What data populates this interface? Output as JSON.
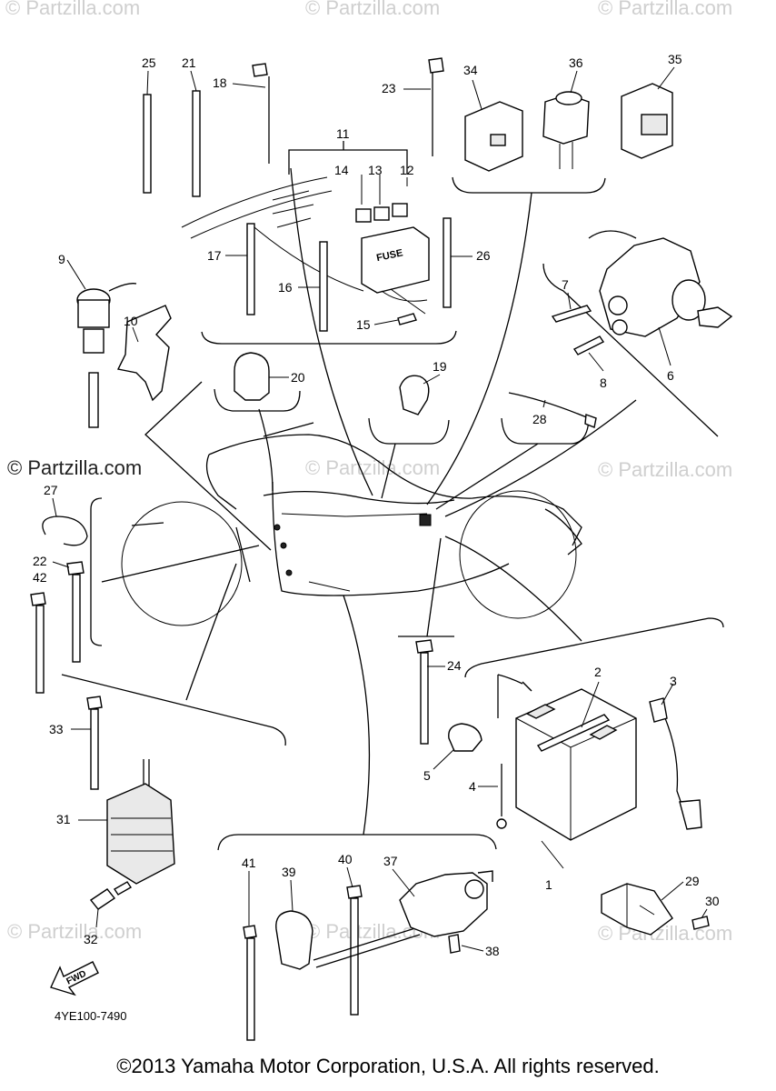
{
  "watermarks": {
    "top_left": "© Partzilla.com",
    "top_center": "© Partzilla.com",
    "top_right": "© Partzilla.com",
    "mid_left": "© Partzilla.com",
    "mid_center": "© Partzilla.com",
    "mid_right": "© Partzilla.com",
    "low_left": "© Partzilla.com",
    "low_center": "© Partzilla.com",
    "low_right": "© Partzilla.com"
  },
  "callouts": [
    "1",
    "2",
    "3",
    "4",
    "5",
    "6",
    "7",
    "8",
    "9",
    "10",
    "11",
    "12",
    "13",
    "14",
    "15",
    "16",
    "17",
    "18",
    "19",
    "20",
    "21",
    "22",
    "23",
    "24",
    "25",
    "26",
    "27",
    "28",
    "29",
    "30",
    "31",
    "32",
    "33",
    "34",
    "35",
    "36",
    "37",
    "38",
    "39",
    "40",
    "41",
    "42"
  ],
  "fuse_label": "FUSE",
  "fwd_label": "FWD",
  "diagram_code": "4YE100-7490",
  "copyright": "©2013 Yamaha Motor Corporation, U.S.A. All rights reserved."
}
